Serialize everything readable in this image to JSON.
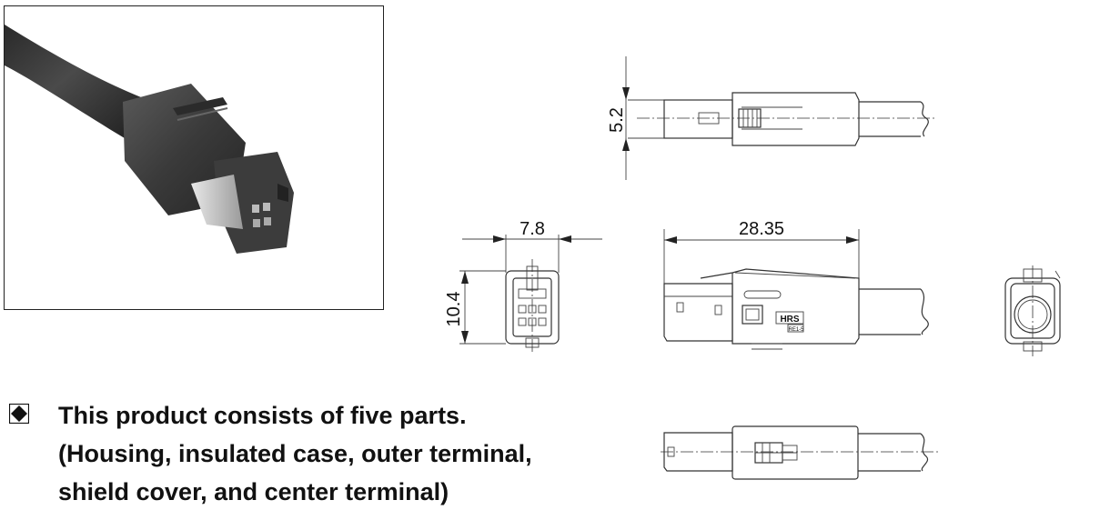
{
  "dimensions": {
    "side_height": "5.2",
    "front_width": "7.8",
    "front_height": "10.4",
    "overall_length": "28.35"
  },
  "marking": {
    "brand": "HRS",
    "part": "RE1-5"
  },
  "description": {
    "line1": "This product consists of five parts.",
    "line2": "(Housing, insulated case, outer terminal,",
    "line3": "shield cover, and center terminal)"
  }
}
